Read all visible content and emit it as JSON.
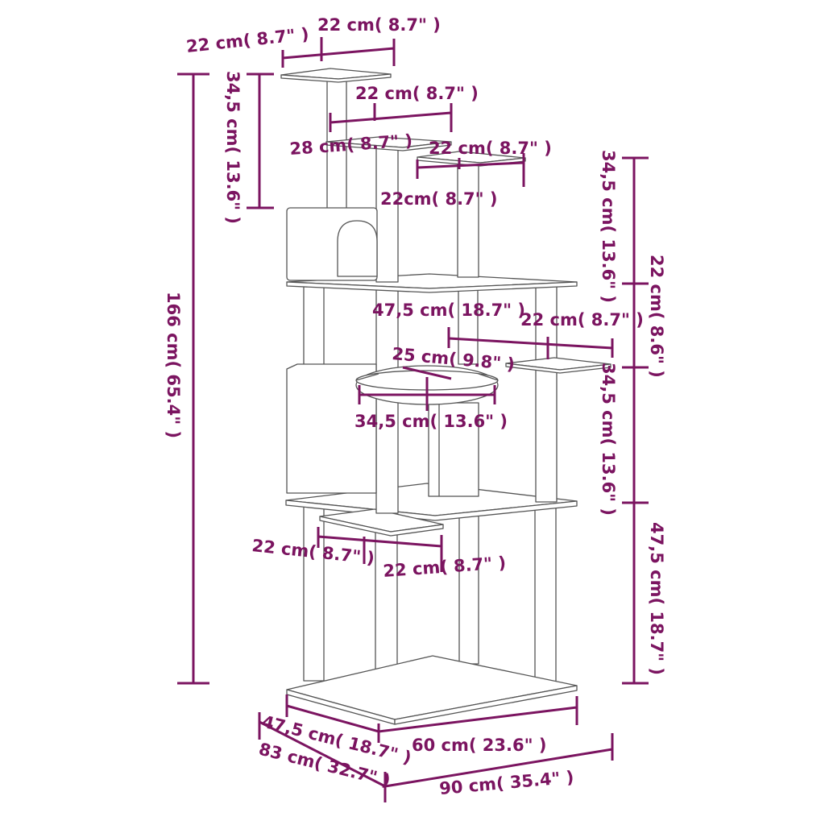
{
  "colors": {
    "dimension": "#7b1460",
    "outline": "#555555",
    "background": "#ffffff"
  },
  "dimensions": {
    "top_platform_depth": "22 cm( 8.7\" )",
    "top_platform_width": "22 cm( 8.7\" )",
    "top_post_height": "34,5 cm( 13.6\" )",
    "upper_platform_width": "22 cm( 8.7\" )",
    "upper_platform_depth": "28 cm( 8.7\" )",
    "right_top_platform_width": "22 cm( 8.7\" )",
    "right_top_platform_depth": "22cm( 8.7\" )",
    "total_height": "166 cm( 65.4\" )",
    "right_upper_height": "34,5 cm( 13.6\" )",
    "right_gap_height": "22 cm( 8.6\" )",
    "side_platform_span": "47,5 cm( 18.7\" )",
    "side_platform_width": "22 cm( 8.7\" )",
    "hammock_depth": "25 cm( 9.8\" )",
    "hammock_width": "34,5 cm( 13.6\" )",
    "right_middle_height": "34,5 cm( 13.6\" )",
    "low_platform_depth": "22 cm( 8.7\" )",
    "low_platform_width": "22 cm( 8.7\" )",
    "right_lower_height": "47,5 cm( 18.7\" )",
    "base_depth": "47,5 cm( 18.7\" )",
    "base_width": "60 cm( 23.6\" )",
    "overall_depth": "83 cm( 32.7\" )",
    "overall_width": "90 cm( 35.4\" )"
  }
}
